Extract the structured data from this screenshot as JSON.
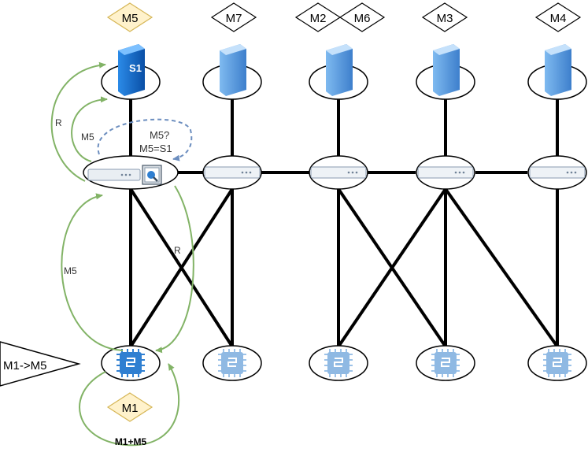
{
  "diamonds": [
    {
      "label": "M5",
      "highlight": true
    },
    {
      "label": "M7",
      "highlight": false
    },
    {
      "label": "M2",
      "highlight": false
    },
    {
      "label": "M6",
      "highlight": false
    },
    {
      "label": "M3",
      "highlight": false
    },
    {
      "label": "M4",
      "highlight": false
    },
    {
      "label": "M1",
      "highlight": true
    }
  ],
  "server_label": "S1",
  "labels": {
    "r_top": "R",
    "m5_loop": "M5",
    "m5_query": "M5?",
    "m5_answer": "M5=S1",
    "r_down": "R",
    "m5_left": "M5",
    "bottom": "M1+M5",
    "arrow": "M1->M5"
  },
  "colors": {
    "highlight_fill": "#fff2cc",
    "highlight_stroke": "#d6b656",
    "green": "#82b366",
    "blue_dash": "#6c8ebf",
    "server": "#1f78d1",
    "chip": "#2f7fd1",
    "chip_faded": "#9cc2e8"
  }
}
